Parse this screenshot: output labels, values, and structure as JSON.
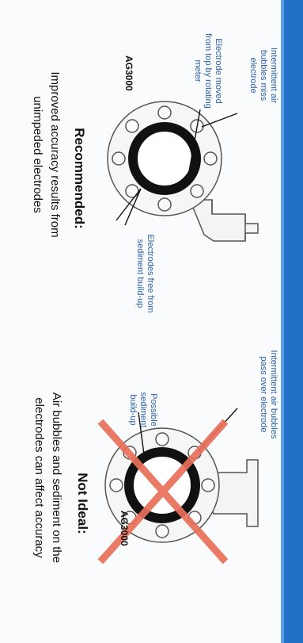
{
  "recommended": {
    "note_air_bubbles": "Intermittent air bubbles miss electrode",
    "note_electrode_moved": "Electrode moved from top by rotating meter",
    "model_label": "AG3000",
    "note_electrodes_free": "Electrodes free from sediment build-up",
    "heading": "Recommended:",
    "line1": "Improved accuracy results from",
    "line2": "unimpeded electrodes"
  },
  "not_ideal": {
    "note_air_bubbles": "Intermittent air bubbles pass over electrode",
    "note_sediment": "Possible sediment build-up",
    "model_label": "AG3000",
    "heading": "Not Ideal:",
    "line1": "Air bubbles and sediment on the",
    "line2": "electrodes can affect accuracy"
  },
  "colors": {
    "accent_blue": "#1f72c8",
    "annotation_blue": "#2a5ea8",
    "cross_red": "#e8705a",
    "ring_black": "#111111"
  }
}
